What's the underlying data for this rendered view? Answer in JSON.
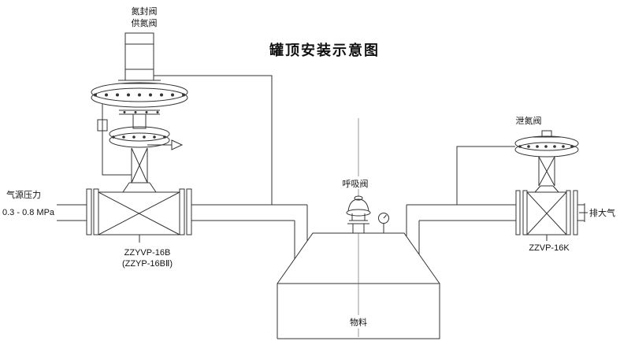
{
  "title": "罐顶安装示意图",
  "labels": {
    "nitrogen_seal": "氮封阀",
    "nitrogen_supply": "供氮阀",
    "air_source": "气源压力",
    "pressure_range": "0.3 - 0.8 MPa",
    "left_model": "ZZYVP-16B",
    "left_model_alt": "(ZZYP-16BⅡ)",
    "breathing_valve": "呼吸阀",
    "material": "物料",
    "relief_valve": "泄氮阀",
    "right_model": "ZZVP-16K",
    "exhaust": "排大气"
  },
  "colors": {
    "line": "#333333",
    "background": "#ffffff"
  }
}
